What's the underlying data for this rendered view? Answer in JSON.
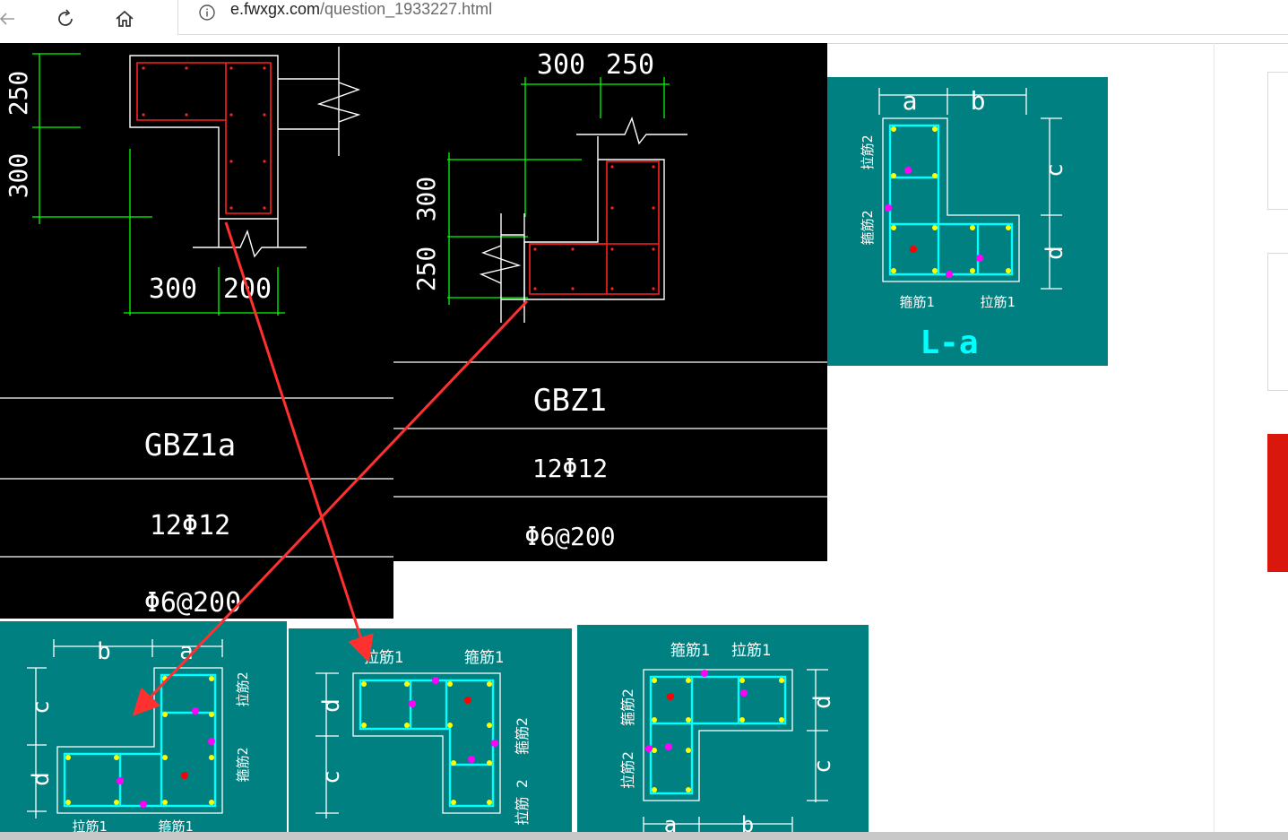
{
  "browser": {
    "url_host": "e.fwxgx.com",
    "url_path": "/question_1933227.html",
    "icons": [
      "back-arrow-icon",
      "reload-icon",
      "home-icon",
      "info-icon"
    ]
  },
  "cad_left": {
    "dims": {
      "top": "250",
      "mid": "300",
      "bottom_a": "300",
      "bottom_b": "200"
    },
    "name": "GBZ1a",
    "rebar": "12Φ12",
    "stirrup": "Φ6@200"
  },
  "cad_right": {
    "dims": {
      "top_a": "300",
      "top_b": "250",
      "side_a": "300",
      "side_b": "250"
    },
    "name": "GBZ1",
    "rebar": "12Φ12",
    "stirrup": "Φ6@200"
  },
  "panel_la": {
    "label_a": "a",
    "label_b": "b",
    "label_c": "c",
    "label_d": "d",
    "tie2": "拉筋2",
    "stirrup2": "箍筋2",
    "stirrup1": "箍筋1",
    "tie1": "拉筋1",
    "title": "L-a"
  },
  "panel_b1": {
    "label_a": "a",
    "label_b": "b",
    "label_c": "c",
    "label_d": "d",
    "tie2": "拉筋2",
    "stirrup2": "箍筋2",
    "tie1": "拉筋1",
    "stirrup1": "箍筋1"
  },
  "panel_b2": {
    "label_c": "c",
    "label_d": "d",
    "tie1": "拉筋1",
    "stirrup1": "箍筋1",
    "stirrup2": "箍筋2",
    "tie2": "拉筋 2"
  },
  "panel_b3": {
    "label_a": "a",
    "label_b": "b",
    "label_c": "c",
    "label_d": "d",
    "stirrup1": "箍筋1",
    "tie1": "拉筋1",
    "stirrup2": "箍筋2",
    "tie2": "拉筋2"
  },
  "colors": {
    "teal": "#008080",
    "cyan": "#00ffff",
    "cad_red": "#ff2020",
    "cad_green": "#00ff00",
    "arrow_red": "#ff3030",
    "side_red": "#d9170c"
  }
}
